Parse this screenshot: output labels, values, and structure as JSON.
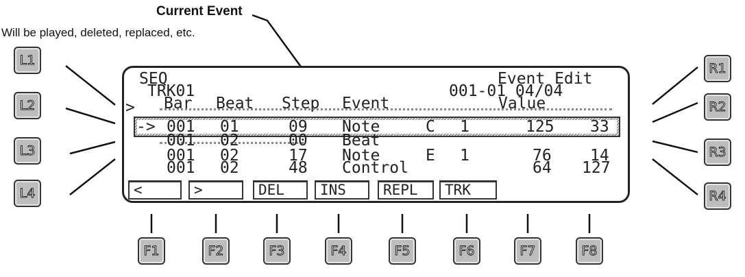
{
  "annotation": {
    "title": "Current Event",
    "subtitle": "Will be played, deleted, replaced, etc."
  },
  "left_buttons": [
    "L1",
    "L2",
    "L3",
    "L4"
  ],
  "right_buttons": [
    "R1",
    "R2",
    "R3",
    "R4"
  ],
  "function_buttons": [
    "F1",
    "F2",
    "F3",
    "F4",
    "F5",
    "F6",
    "F7",
    "F8"
  ],
  "screen": {
    "mode": "SEQ",
    "screen_title": "Event Edit",
    "track": "TRK01",
    "position": "001-01 04/04",
    "cursor": ">",
    "headers": {
      "bar": "Bar",
      "beat": "Beat",
      "step": "Step",
      "event": "Event",
      "value": "Value"
    },
    "current_marker": "->",
    "events": [
      {
        "bar": "001",
        "beat": "01",
        "step": "09",
        "event": "Note",
        "note": "C",
        "ch": "1",
        "v1": "125",
        "v2": "33"
      },
      {
        "bar": "001",
        "beat": "02",
        "step": "00",
        "event": "Beat",
        "note": "",
        "ch": "",
        "v1": "",
        "v2": ""
      },
      {
        "bar": "001",
        "beat": "02",
        "step": "17",
        "event": "Note",
        "note": "E",
        "ch": "1",
        "v1": "76",
        "v2": "14"
      },
      {
        "bar": "001",
        "beat": "02",
        "step": "48",
        "event": "Control",
        "note": "",
        "ch": "",
        "v1": "64",
        "v2": "127"
      }
    ],
    "softkeys": [
      "<",
      ">",
      "DEL",
      "INS",
      "REPL",
      "TRK"
    ]
  }
}
